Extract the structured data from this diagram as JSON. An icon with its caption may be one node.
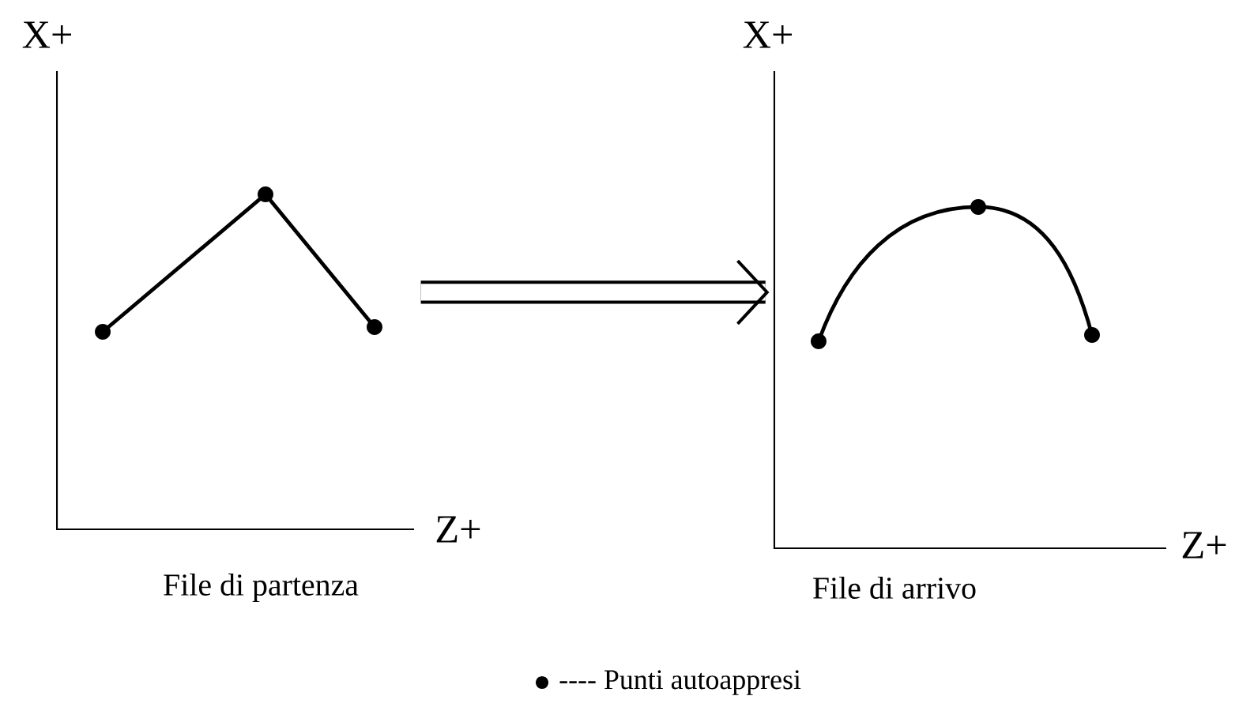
{
  "diagram": {
    "nodes": [
      {
        "text": [],
        "shape": "picture",
        "beside": [
          "File di partenza"
        ]
      },
      {
        "text": [],
        "shape": "picture",
        "beside": [
          "File di arrivo"
        ]
      }
    ],
    "edges": [
      {
        "from": 0,
        "to": 1,
        "arrow": "to"
      }
    ],
    "labels": [
      "X+",
      "Z+",
      "X+",
      "Z+"
    ],
    "legend": [
      {
        "text": "---- Punti autoappresi"
      }
    ]
  }
}
